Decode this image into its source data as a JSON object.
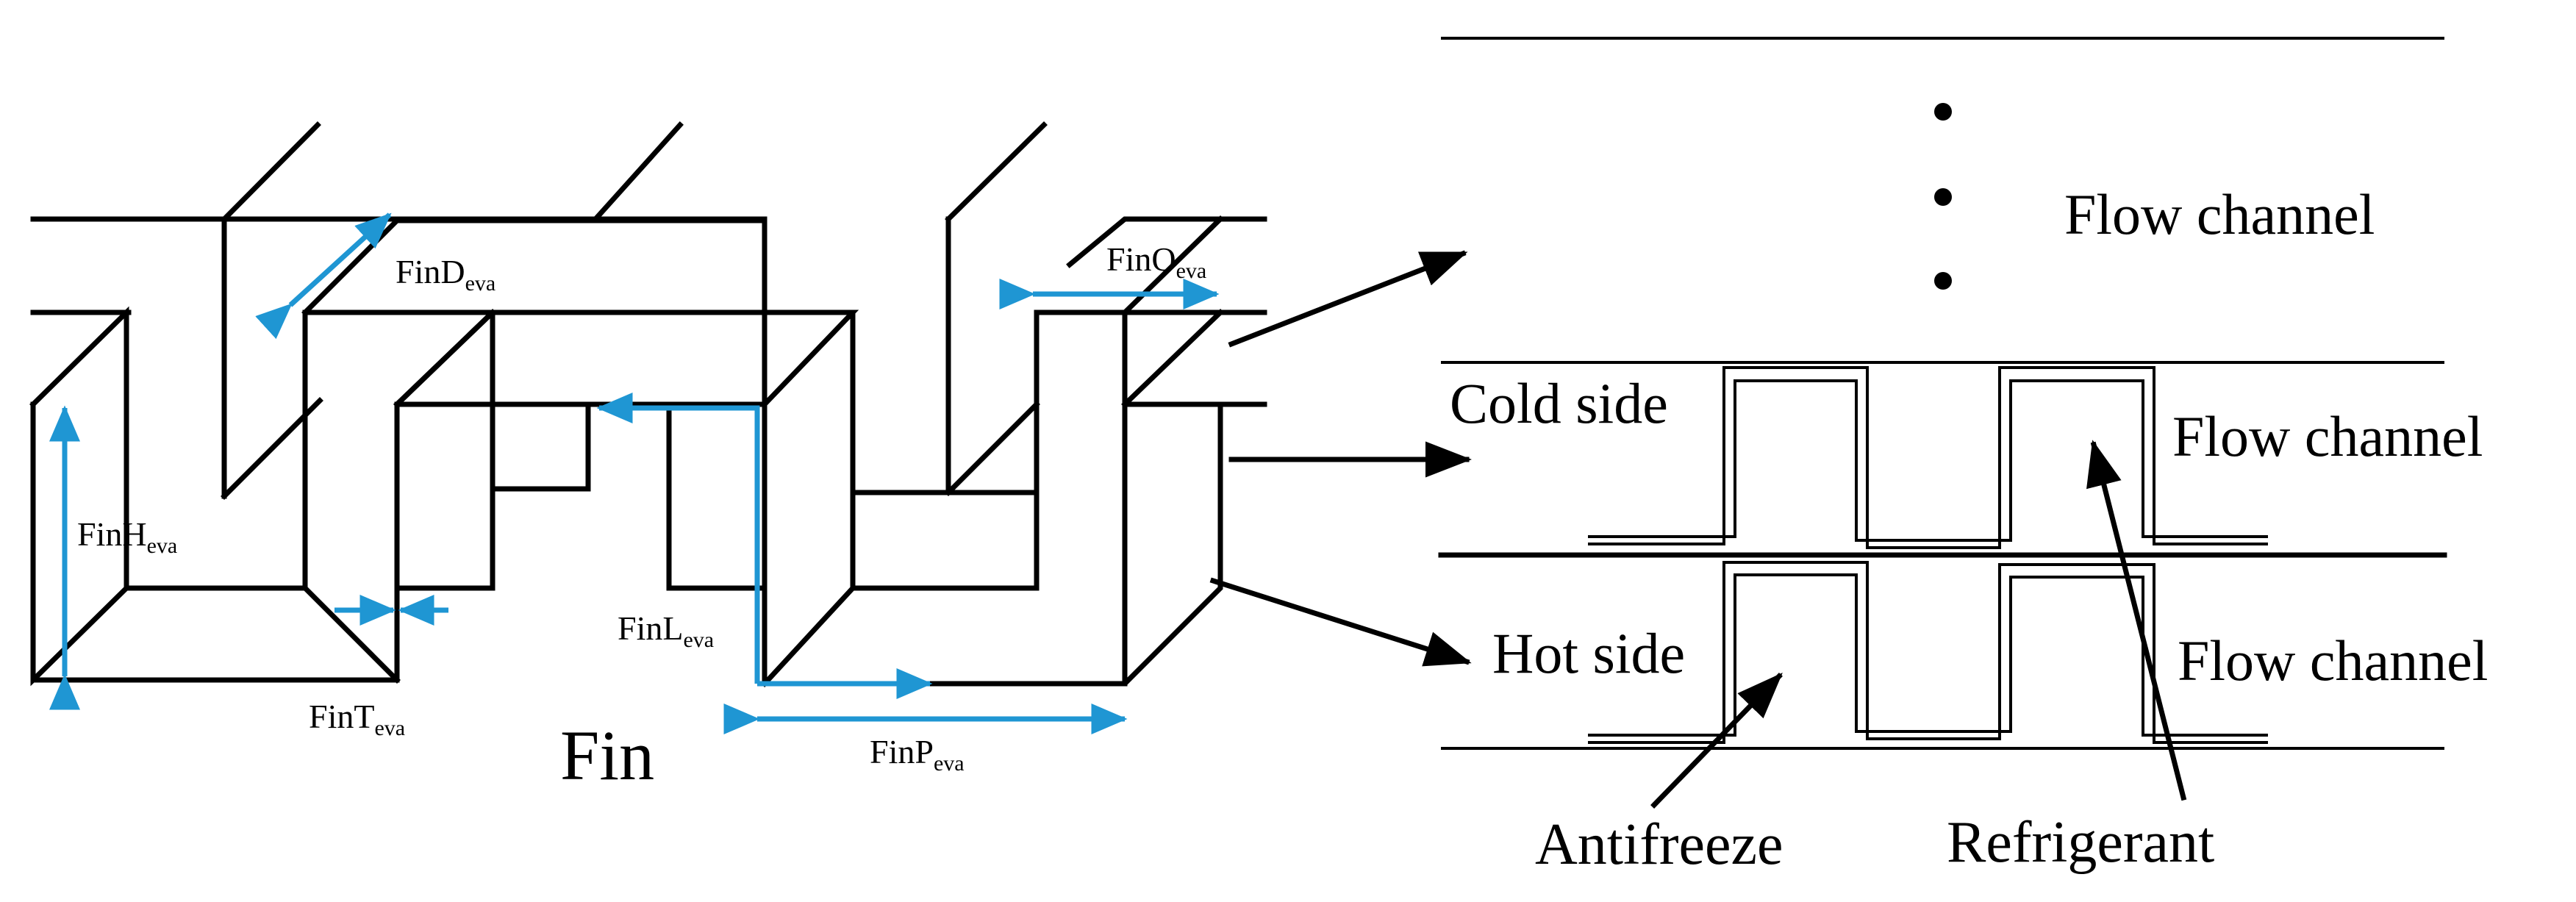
{
  "colors": {
    "line": "#000000",
    "dimension": "#1f96d3",
    "background": "#ffffff"
  },
  "fin": {
    "title": "Fin",
    "dims": {
      "height": {
        "base": "FinH",
        "sub": "eva"
      },
      "thickness": {
        "base": "FinT",
        "sub": "eva"
      },
      "depth": {
        "base": "FinD",
        "sub": "eva"
      },
      "offset": {
        "base": "FinO",
        "sub": "eva"
      },
      "length": {
        "base": "FinL",
        "sub": "eva"
      },
      "pitch": {
        "base": "FinP",
        "sub": "eva"
      }
    }
  },
  "exchanger": {
    "top_channel": "Flow channel",
    "middle_channel": "Flow channel",
    "bottom_channel": "Flow channel",
    "cold_side": "Cold side",
    "hot_side": "Hot side",
    "antifreeze": "Antifreeze",
    "refrigerant": "Refrigerant"
  }
}
